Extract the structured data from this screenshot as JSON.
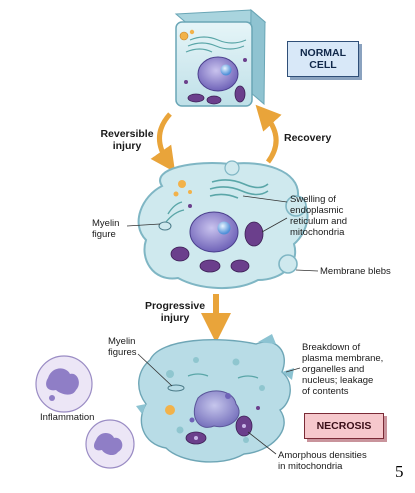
{
  "boxes": {
    "normal_cell": "NORMAL\nCELL",
    "necrosis": "NECROSIS"
  },
  "arrows": {
    "reversible_injury": "Reversible\ninjury",
    "recovery": "Recovery",
    "progressive_injury": "Progressive\ninjury"
  },
  "labels": {
    "myelin_figure": "Myelin\nfigure",
    "swelling": "Swelling of\nendoplasmic\nreticulum and\nmitochondria",
    "membrane_blebs": "Membrane blebs",
    "myelin_figures": "Myelin\nfigures",
    "breakdown": "Breakdown of\nplasma membrane,\norganelles and\nnucleus; leakage\nof contents",
    "inflammation": "Inflammation",
    "amorphous": "Amorphous densities\nin mitochondria"
  },
  "page_number": "5",
  "colors": {
    "cytoplasm": "#cfe9ee",
    "cell_border": "#7fb6c4",
    "nucleus": "#9a8fd0",
    "mitochondria": "#6b3f8c",
    "arrow": "#e9a43a",
    "label_box_normal": "#d8e8f8",
    "label_box_necrosis": "#f6c8cc"
  }
}
